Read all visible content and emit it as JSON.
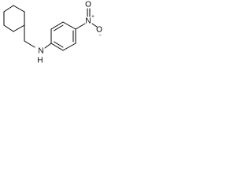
{
  "molecule": {
    "atom_labels": {
      "amine_n": "N",
      "amine_h": "H",
      "nitro_n": "N",
      "nitro_o_top": "O",
      "nitro_o_right": "O"
    },
    "charges": {
      "nitro_n": "+",
      "nitro_o_right": "−"
    }
  }
}
